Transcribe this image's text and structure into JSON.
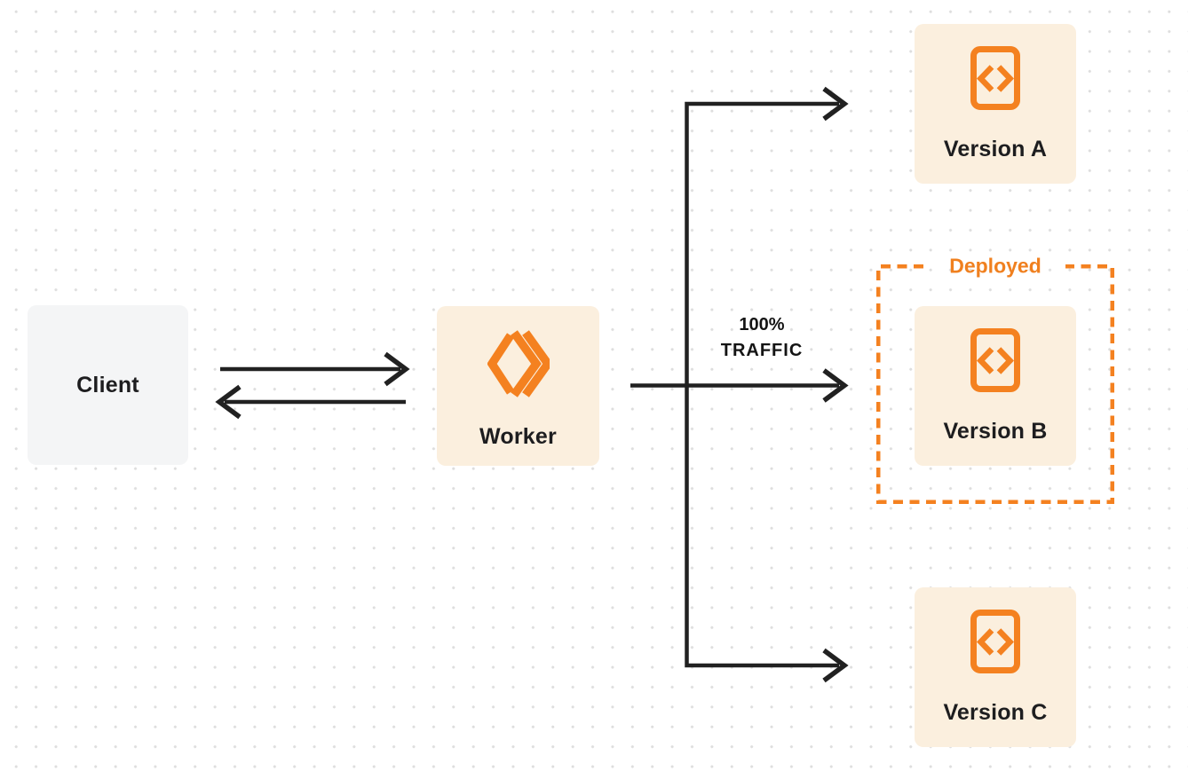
{
  "colors": {
    "accent_orange": "#F48120",
    "node_peach": "#FBEFDE",
    "client_gray": "#F4F5F6",
    "arrow_black": "#212121",
    "label_dark": "#1D1D1F",
    "dot_gray": "#DEDEDE",
    "background": "#FFFFFF"
  },
  "nodes": {
    "client": {
      "label": "Client"
    },
    "worker": {
      "label": "Worker",
      "icon": "workers-logo-icon"
    },
    "versions": [
      {
        "label": "Version A",
        "icon": "code-file-icon"
      },
      {
        "label": "Version B",
        "icon": "code-file-icon"
      },
      {
        "label": "Version C",
        "icon": "code-file-icon"
      }
    ]
  },
  "annotations": {
    "deployed_label": "Deployed",
    "traffic_line1": "100%",
    "traffic_line2": "TRAFFIC"
  }
}
